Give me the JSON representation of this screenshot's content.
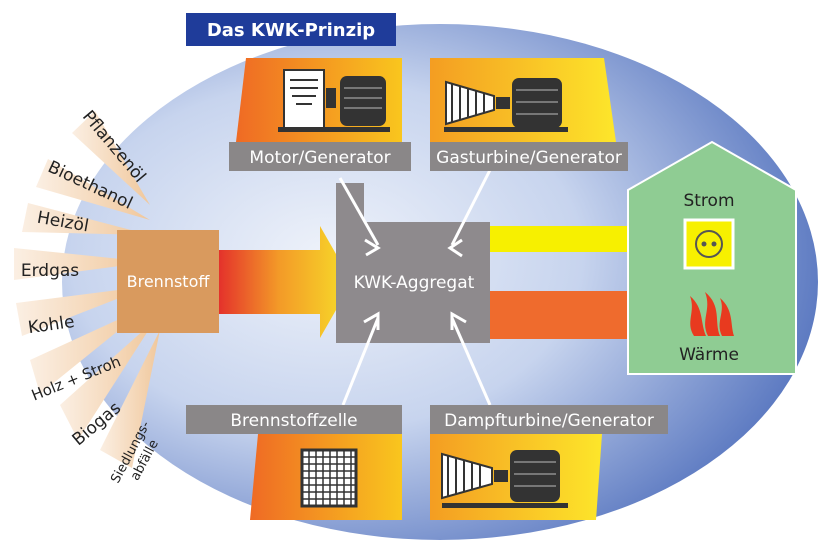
{
  "title": "Das KWK-Prinzip",
  "center_label": "KWK-Aggregat",
  "fuel_box_label": "Brennstoff",
  "fuels": [
    "Pflanzenöl",
    "Bioethanol",
    "Heizöl",
    "Erdgas",
    "Kohle",
    "Holz + Stroh",
    "Biogas",
    "Siedlungs-",
    "abfälle"
  ],
  "technologies": {
    "motor": "Motor/Generator",
    "gas_turbine": "Gasturbine/Generator",
    "fuel_cell": "Brennstoffzelle",
    "steam_turbine": "Dampfturbine/Generator"
  },
  "outputs": {
    "power": "Strom",
    "heat": "Wärme"
  },
  "colors": {
    "title_bg": "#1f3c9a",
    "ellipse_light": "#dfe7f5",
    "ellipse_dark": "#3f61b5",
    "fuel_box": "#d99a5e",
    "center_box": "#8e8a8d",
    "house": "#8fcc93",
    "power_arrow": "#f7f000",
    "heat_arrow": "#ef6b2d",
    "label_box": "#8a8788"
  }
}
